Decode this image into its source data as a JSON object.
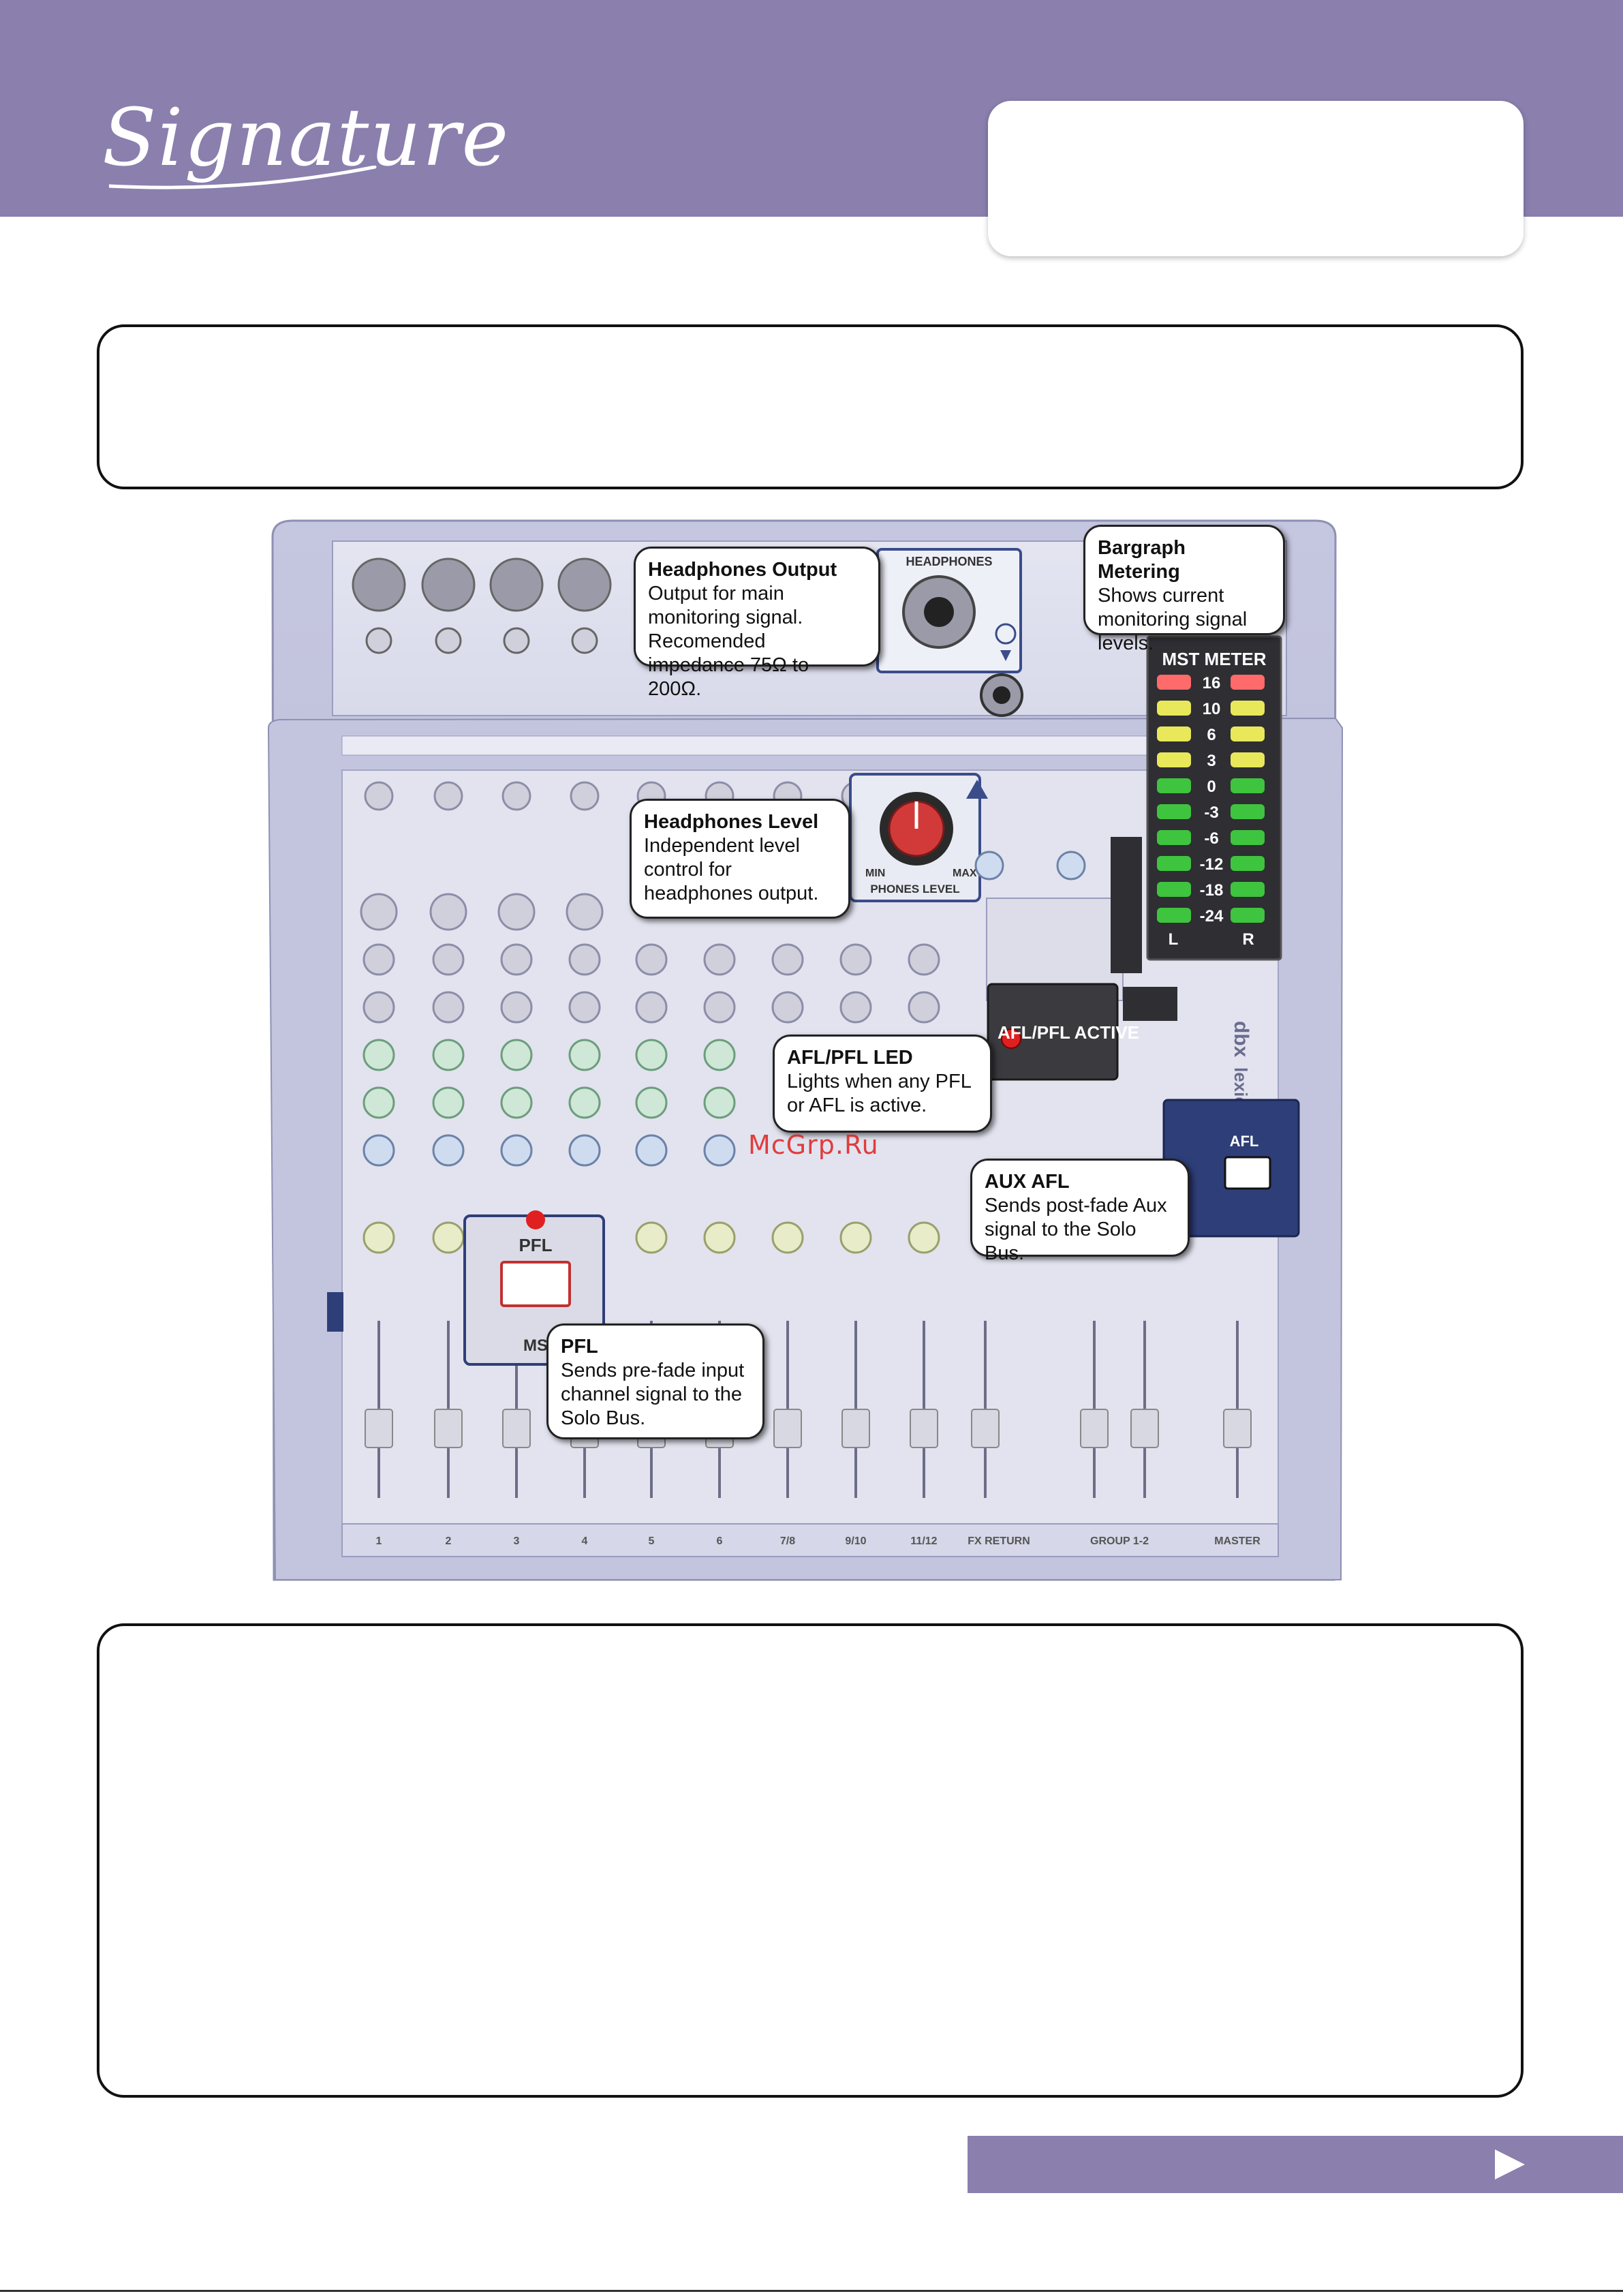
{
  "header": {
    "brand_logo_text": "Signature"
  },
  "callouts": {
    "headphones_output": {
      "title": "Headphones Output",
      "body": "Output for main monitoring signal. Recomended impedance 75Ω to 200Ω."
    },
    "bargraph_metering": {
      "title": "Bargraph Metering",
      "body": "Shows current monitoring signal levels."
    },
    "headphones_level": {
      "title": "Headphones Level",
      "body": "Independent level control for headphones output."
    },
    "afl_pfl_led": {
      "title": "AFL/PFL LED",
      "body": "Lights when any PFL or AFL is active."
    },
    "aux_afl": {
      "title": "AUX AFL",
      "body": "Sends post-fade Aux signal to the Solo Bus."
    },
    "pfl": {
      "title": "PFL",
      "body": "Sends pre-fade input channel signal to the Solo Bus."
    }
  },
  "mixer": {
    "headphones_panel_label": "HEADPHONES",
    "phones_level_label": "PHONES LEVEL",
    "phones_min": "MIN",
    "phones_max": "MAX",
    "meter_title": "MST METER",
    "meter_scale": [
      "16",
      "10",
      "6",
      "3",
      "0",
      "-3",
      "-6",
      "-12",
      "-18",
      "-24"
    ],
    "meter_left": "L",
    "meter_right": "R",
    "afl_pfl_active_label": "AFL/PFL ACTIVE",
    "afl_button_label": "AFL",
    "pfl_button_label": "PFL",
    "pfl_panel_fragment": "MS",
    "channel_strip_labels": [
      "1",
      "2",
      "3",
      "4",
      "5",
      "6",
      "7/8",
      "9/10",
      "11/12",
      "FX RETURN",
      "GROUP 1-2",
      "MASTER"
    ],
    "brand_marks": [
      "dbx",
      "lexicon"
    ]
  },
  "watermark": "McGrp.Ru",
  "colors": {
    "header_band": "#8a7fad",
    "nav_bar": "#8a7fad",
    "meter_green": "#3ec43e",
    "meter_yellow": "#e8e85a",
    "meter_red": "#ff6b6b",
    "knob_red": "#d23a3a"
  },
  "nav": {
    "next_icon": "right-triangle-arrow"
  }
}
